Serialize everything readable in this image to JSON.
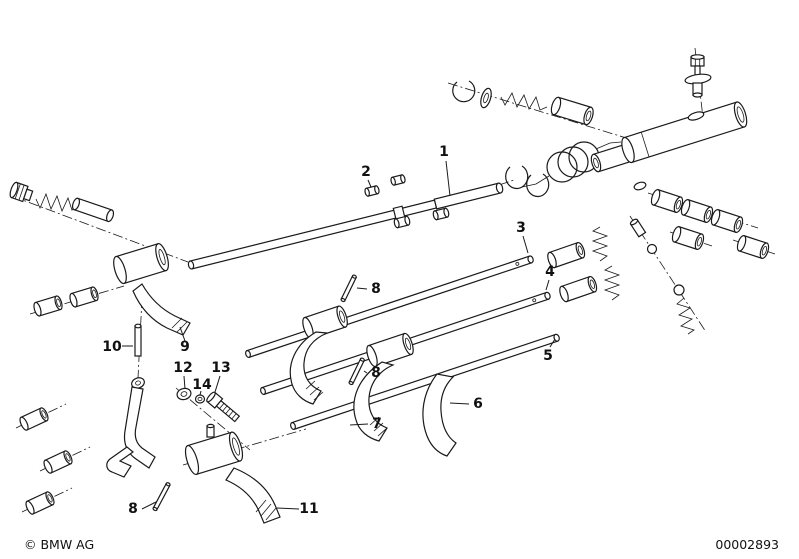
{
  "diagram": {
    "callouts": [
      {
        "part": "1"
      },
      {
        "part": "2"
      },
      {
        "part": "3"
      },
      {
        "part": "4"
      },
      {
        "part": "5"
      },
      {
        "part": "6"
      },
      {
        "part": "7"
      },
      {
        "part": "8"
      },
      {
        "part": "8"
      },
      {
        "part": "8"
      },
      {
        "part": "9"
      },
      {
        "part": "10"
      },
      {
        "part": "11"
      },
      {
        "part": "12"
      },
      {
        "part": "13"
      },
      {
        "part": "14"
      }
    ]
  },
  "footer": {
    "copyright": "© BMW AG",
    "drawing_number": "00002893"
  }
}
